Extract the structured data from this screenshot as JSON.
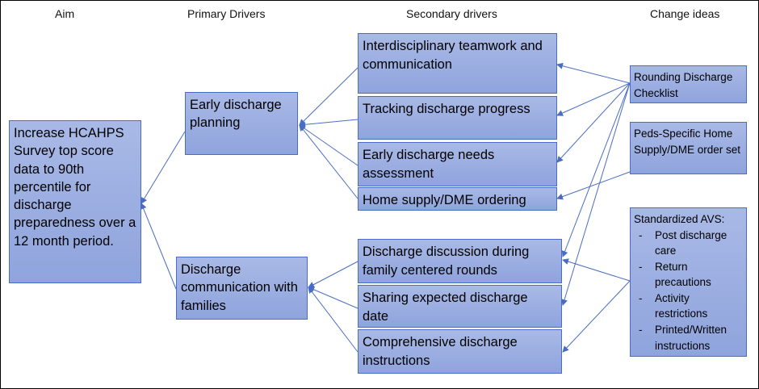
{
  "headers": {
    "aim": "Aim",
    "primary": "Primary Drivers",
    "secondary": "Secondary drivers",
    "change": "Change ideas"
  },
  "aim": {
    "text": "Increase HCAHPS Survey top score data to 90th percentile for discharge preparedness over a 12 month period."
  },
  "primary": [
    {
      "text": "Early discharge planning"
    },
    {
      "text": "Discharge communication with families"
    }
  ],
  "secondary": [
    {
      "text": "Interdisciplinary teamwork and communication"
    },
    {
      "text": "Tracking discharge progress"
    },
    {
      "text": "Early discharge needs assessment"
    },
    {
      "text": "Home supply/DME ordering"
    },
    {
      "text": "Discharge discussion during family centered rounds"
    },
    {
      "text": "Sharing expected discharge date"
    },
    {
      "text": "Comprehensive discharge instructions"
    }
  ],
  "change": [
    {
      "text": "Rounding Discharge Checklist"
    },
    {
      "text": "Peds-Specific Home Supply/DME order set"
    },
    {
      "title": "Standardized AVS:",
      "items": [
        "Post discharge care",
        "Return precautions",
        "Activity restrictions",
        "Printed/Written instructions"
      ]
    }
  ],
  "colors": {
    "box_fill": "#9aafe2",
    "box_border": "#4a6cc4",
    "arrow": "#4a6cc4"
  }
}
